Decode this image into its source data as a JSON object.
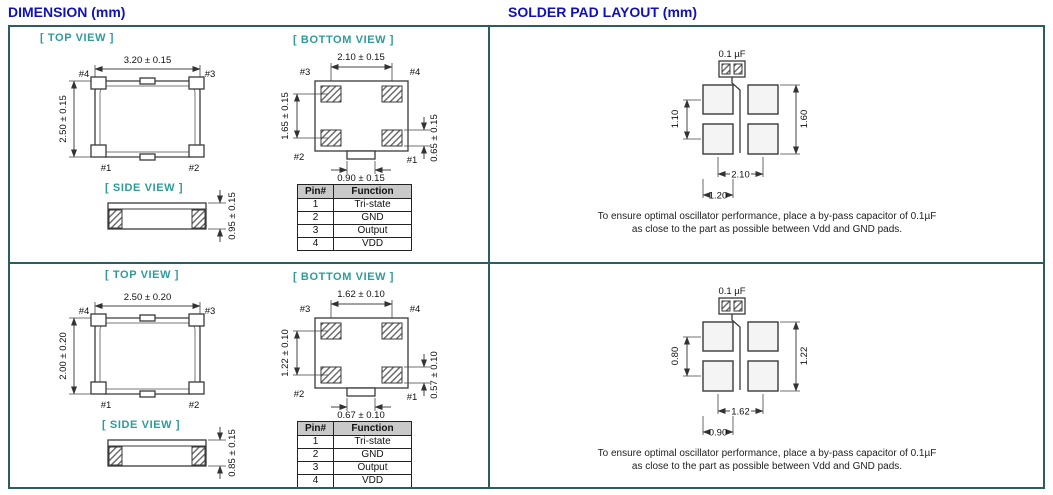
{
  "headers": {
    "dimension": "DIMENSION (mm)",
    "solder": "SOLDER PAD LAYOUT (mm)"
  },
  "colors": {
    "header_blue": "#1111bb",
    "view_label_teal": "#2f9b9b",
    "grid_border": "#2e5d5d",
    "table_header_bg": "#c9c9c9"
  },
  "parts": [
    {
      "top_view": {
        "label": "[ TOP VIEW ]",
        "dim_width": "3.20 ± 0.15",
        "dim_height": "2.50 ± 0.15",
        "pin_tl": "#4",
        "pin_tr": "#3",
        "pin_bl": "#1",
        "pin_br": "#2"
      },
      "bottom_view": {
        "label": "[ BOTTOM VIEW ]",
        "dim_width": "2.10 ± 0.15",
        "dim_left": "1.65 ± 0.15",
        "dim_right": "0.65 ± 0.15",
        "dim_bottom": "0.90 ± 0.15",
        "pin_tl": "#3",
        "pin_tr": "#4",
        "pin_bl": "#2",
        "pin_br": "#1"
      },
      "side_view": {
        "label": "[ SIDE VIEW ]",
        "dim_height": "0.95 ± 0.15"
      },
      "pin_table": {
        "col1": "Pin#",
        "col2": "Function",
        "rows": [
          {
            "pin": "1",
            "fn": "Tri-state"
          },
          {
            "pin": "2",
            "fn": "GND"
          },
          {
            "pin": "3",
            "fn": "Output"
          },
          {
            "pin": "4",
            "fn": "VDD"
          }
        ]
      },
      "pad_layout": {
        "cap": "0.1 µF",
        "dim_left": "1.10",
        "dim_right": "1.60",
        "dim_inner": "2.10",
        "dim_outer": "1.20",
        "note1": "To ensure optimal oscillator performance, place a by-pass capacitor of 0.1µF",
        "note2": "as close to the part as possible between Vdd and GND pads."
      }
    },
    {
      "top_view": {
        "label": "[ TOP VIEW ]",
        "dim_width": "2.50 ± 0.20",
        "dim_height": "2.00 ± 0.20",
        "pin_tl": "#4",
        "pin_tr": "#3",
        "pin_bl": "#1",
        "pin_br": "#2"
      },
      "bottom_view": {
        "label": "[ BOTTOM VIEW ]",
        "dim_width": "1.62 ± 0.10",
        "dim_left": "1.22 ± 0.10",
        "dim_right": "0.57 ± 0.10",
        "dim_bottom": "0.67 ± 0.10",
        "pin_tl": "#3",
        "pin_tr": "#4",
        "pin_bl": "#2",
        "pin_br": "#1"
      },
      "side_view": {
        "label": "[ SIDE VIEW ]",
        "dim_height": "0.85 ± 0.15"
      },
      "pin_table": {
        "col1": "Pin#",
        "col2": "Function",
        "rows": [
          {
            "pin": "1",
            "fn": "Tri-state"
          },
          {
            "pin": "2",
            "fn": "GND"
          },
          {
            "pin": "3",
            "fn": "Output"
          },
          {
            "pin": "4",
            "fn": "VDD"
          }
        ]
      },
      "pad_layout": {
        "cap": "0.1 µF",
        "dim_left": "0.80",
        "dim_right": "1.22",
        "dim_inner": "1.62",
        "dim_outer": "0.90",
        "note1": "To ensure optimal oscillator performance, place a by-pass capacitor of 0.1µF",
        "note2": "as close to the part as possible between Vdd and GND pads."
      }
    }
  ]
}
